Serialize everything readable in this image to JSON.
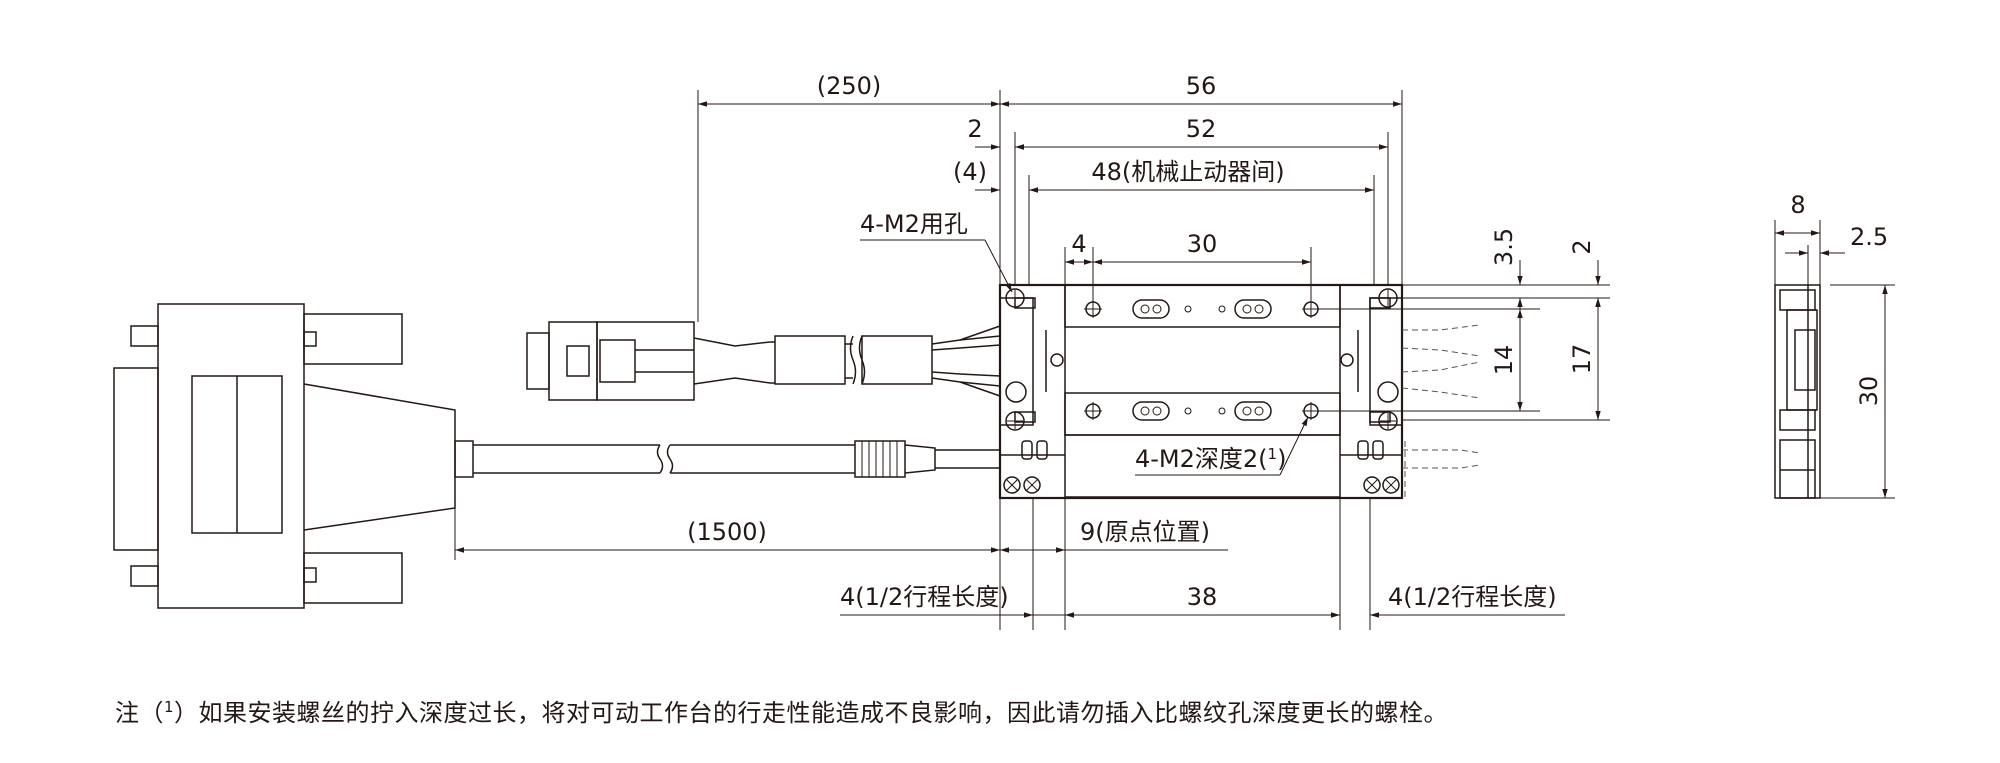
{
  "dimensions": {
    "cable_length_top": "(250)",
    "overall_length": "56",
    "small_offset_left": "2",
    "inner_length": "52",
    "offset_4_paren": "(4)",
    "stroke_between_stoppers": "48(机械止动器间)",
    "screw_label_top": "4-M2用孔",
    "hole_offset_4": "4",
    "hole_pitch_30": "30",
    "dim_3_5": "3.5",
    "dim_2_right": "2",
    "dim_14": "14",
    "dim_17": "17",
    "screw_label_depth": "4-M2深度2(",
    "screw_label_depth_sup": "1",
    "screw_label_depth_close": ")",
    "cable_length_bottom": "(1500)",
    "origin_position": "9(原点位置)",
    "half_stroke_left": "4(1/2行程长度)",
    "dim_38": "38",
    "half_stroke_right": "4(1/2行程长度)",
    "side_width_8": "8",
    "side_2_5": "2.5",
    "side_height_30": "30"
  },
  "note": {
    "prefix": "注（",
    "sup": "1",
    "text": "）如果安装螺丝的拧入深度过长，将对可动工作台的行走性能造成不良影响，因此请勿插入比螺纹孔深度更长的螺栓。"
  }
}
